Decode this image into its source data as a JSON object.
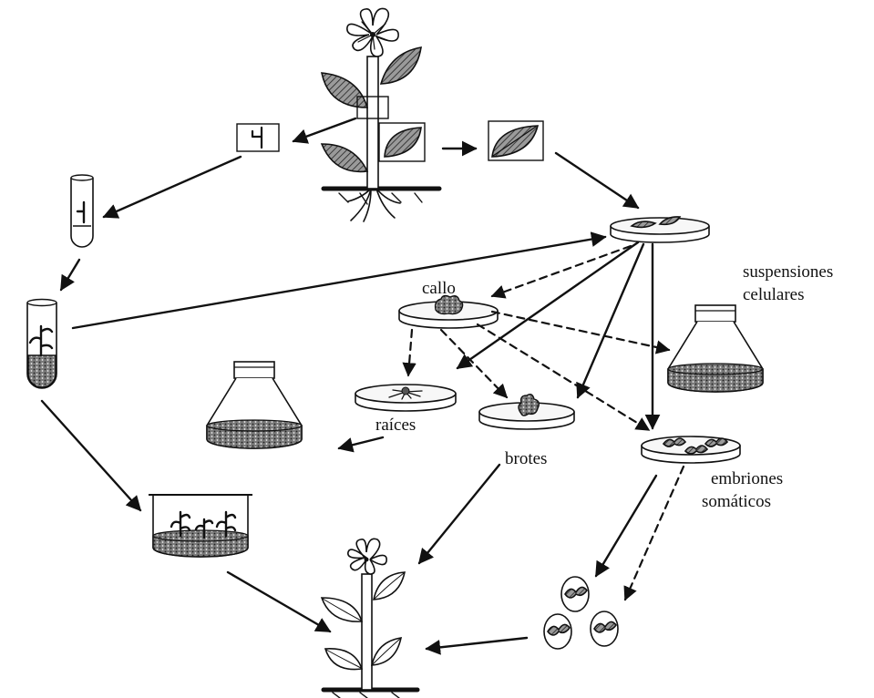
{
  "labels": {
    "callo": "callo",
    "suspensiones": "suspensiones",
    "celulares": "celulares",
    "raices": "raíces",
    "brotes": "brotes",
    "embriones": "embriones",
    "somaticos": "somáticos"
  },
  "colors": {
    "ink": "#111111",
    "background": "#ffffff"
  }
}
